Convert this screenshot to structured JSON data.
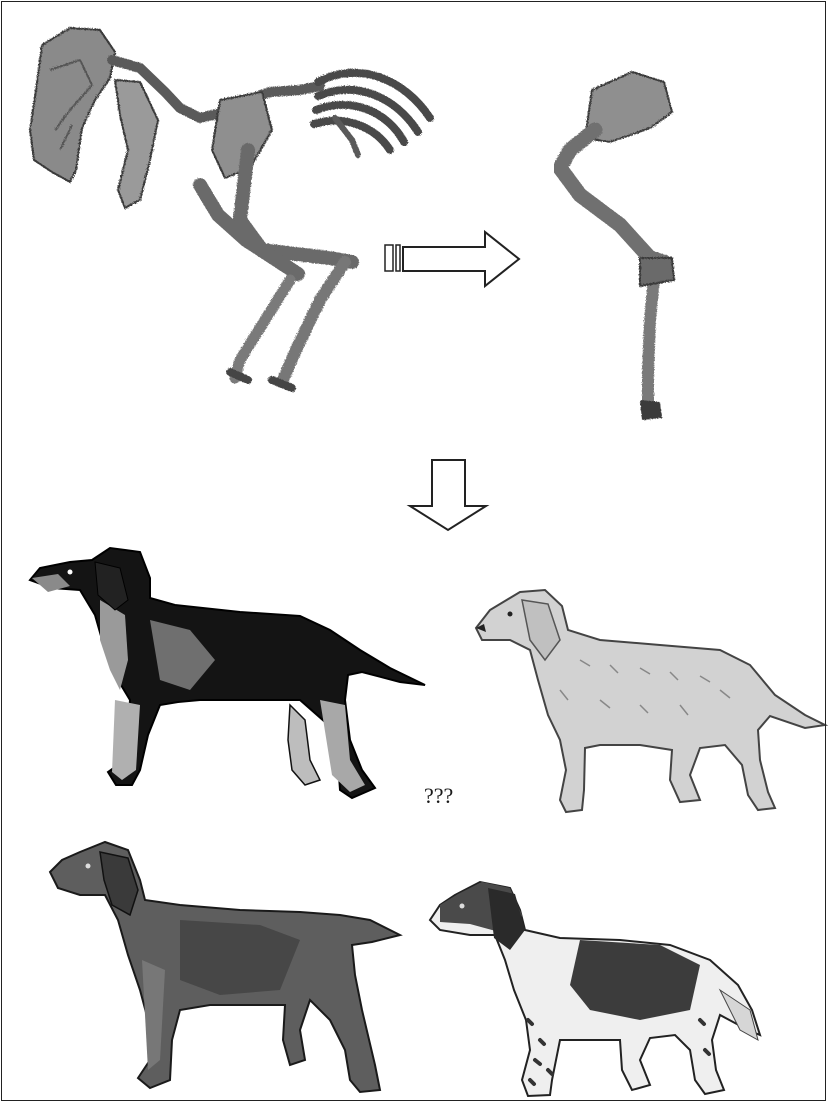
{
  "figure": {
    "question_text": "???",
    "colors": {
      "ink": "#1a1a1a",
      "bone": "#8f8f8f",
      "bone_dark": "#4a4a4a",
      "black_coat": "#141414",
      "tan_marking": "#9a9a9a",
      "light_coat": "#d2d2d2",
      "grey_coat": "#6a6a6a",
      "arrow_fill": "#ffffff"
    },
    "panels": [
      "skeleton-full",
      "skeleton-isolated-limb",
      "dog-black-and-tan-hound",
      "dog-light-wirehaired",
      "dog-dark-spaniel",
      "dog-piebald-spaniel"
    ]
  }
}
